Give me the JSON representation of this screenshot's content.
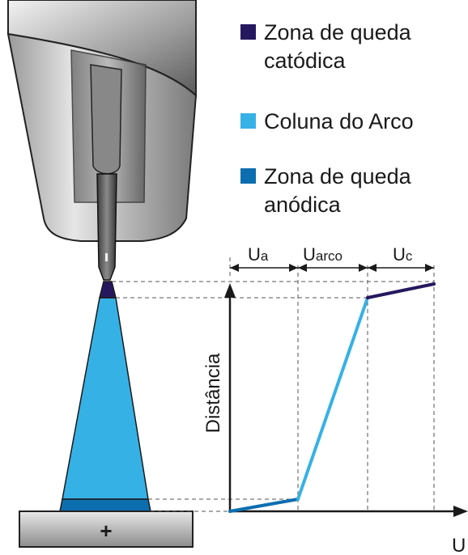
{
  "legend": [
    {
      "lines": [
        "Zona de queda",
        "catódica"
      ],
      "color": "#26185f"
    },
    {
      "lines": [
        "Coluna do Arco"
      ],
      "color": "#36b1e6"
    },
    {
      "lines": [
        "Zona de queda",
        "anódica"
      ],
      "color": "#0d6eaf"
    }
  ],
  "dimensions": {
    "ua": {
      "main": "U",
      "sub": "a"
    },
    "uarco": {
      "main": "U",
      "sub": "arco"
    },
    "uc": {
      "main": "U",
      "sub": "c"
    }
  },
  "axes": {
    "ylabel": "Distância",
    "xlabel": "U"
  },
  "workpiece_label": "+",
  "colors": {
    "cathode_zone": "#26185f",
    "arc_column": "#36b1e6",
    "anode_zone": "#0d6eaf"
  }
}
